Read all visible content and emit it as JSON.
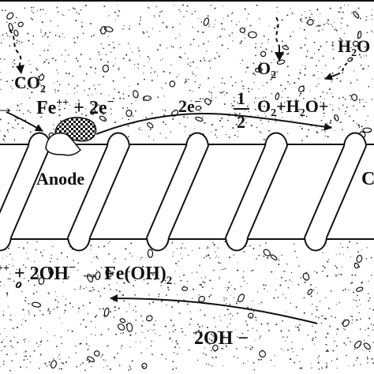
{
  "colors": {
    "line": "#111111",
    "background": "#ffffff",
    "concrete_dots": "#3a3a3a",
    "bar": "#ffffff"
  },
  "icons": {
    "moisture_arrow": "dashed-down-arrow-icon",
    "rust_deposit": "checkered-anode-patch-icon"
  },
  "labels": {
    "co2": "CO",
    "co2_sub": "2",
    "o2": "O",
    "o2_sub": "2",
    "h2o_partial": "H",
    "h2o_partial_sub": "2",
    "h2o_partial_tail": "O",
    "anode_reaction_arrow": "→",
    "anode_reaction": "Fe",
    "anode_reaction_sup": "++",
    "anode_reaction_tail": " + 2e",
    "anode_reaction_tail_sup": "−",
    "electron_flow": "2e",
    "electron_flow_sup": "−",
    "half_numerator": "1",
    "half_denominator": "2",
    "cathode_reaction": " O",
    "cathode_reaction_sub": "2",
    "cathode_reaction_mid": "+H",
    "cathode_reaction_sub2": "2",
    "cathode_reaction_tail": "O+",
    "anode": "Anode",
    "cathode_partial": "C",
    "bottom_left_sup": "++",
    "bottom_reaction_a": " + 2OH",
    "bottom_reaction_a_sup": "−",
    "bottom_reaction_arrow": " → ",
    "bottom_reaction_b": "Fe(OH)",
    "bottom_reaction_b_sub": "2",
    "hydroxide_flow": "2OH",
    "hydroxide_flow_tail": " −"
  }
}
